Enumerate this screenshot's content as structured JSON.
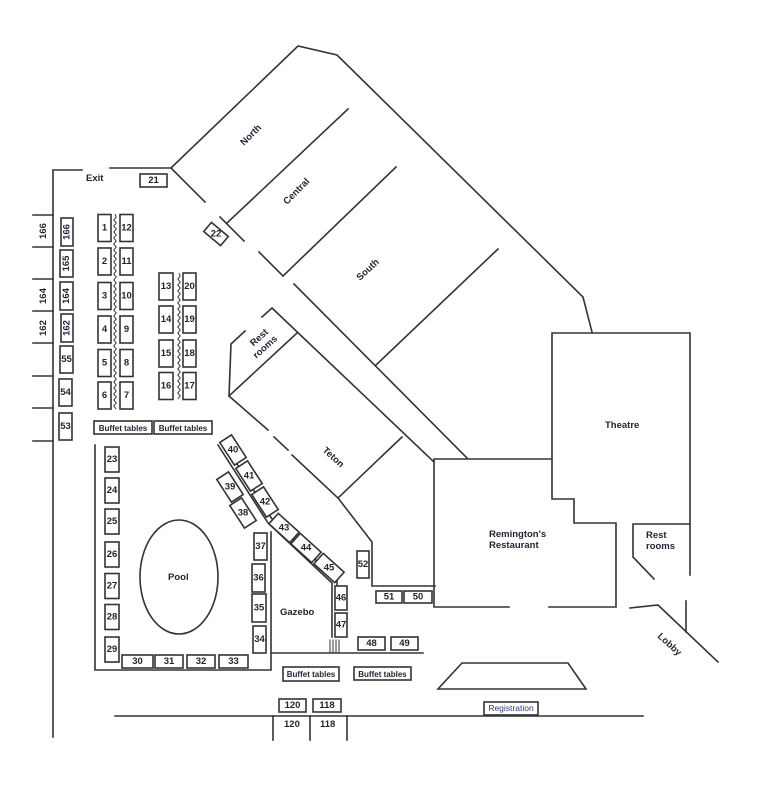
{
  "title": "Venue floor plan",
  "rooms": {
    "exit": "Exit",
    "north": "North",
    "central": "Central",
    "south": "South",
    "rest_rooms_left_1": "Rest",
    "rest_rooms_left_2": "rooms",
    "teton": "Teton",
    "theatre": "Theatre",
    "restaurant_1": "Remington's",
    "restaurant_2": "Restaurant",
    "rest_rooms_right_1": "Rest",
    "rest_rooms_right_2": "rooms",
    "lobby": "Lobby",
    "pool": "Pool",
    "gazebo": "Gazebo"
  },
  "wall_labels": [
    "166",
    "164",
    "162"
  ],
  "bottom_labels": [
    "120",
    "118"
  ],
  "buffet_tables": [
    "Buffet tables",
    "Buffet tables",
    "Buffet tables",
    "Buffet tables"
  ],
  "registration": "Registration",
  "tables": [
    "21",
    "22",
    "166",
    "165",
    "164",
    "162",
    "55",
    "54",
    "53",
    "1",
    "2",
    "3",
    "4",
    "5",
    "6",
    "12",
    "11",
    "10",
    "9",
    "8",
    "7",
    "13",
    "14",
    "15",
    "16",
    "20",
    "19",
    "18",
    "17",
    "23",
    "24",
    "25",
    "26",
    "27",
    "28",
    "29",
    "30",
    "31",
    "32",
    "33",
    "37",
    "36",
    "35",
    "34",
    "40",
    "41",
    "42",
    "43",
    "44",
    "45",
    "39",
    "38",
    "46",
    "47",
    "52",
    "51",
    "50",
    "48",
    "49",
    "120",
    "118"
  ]
}
